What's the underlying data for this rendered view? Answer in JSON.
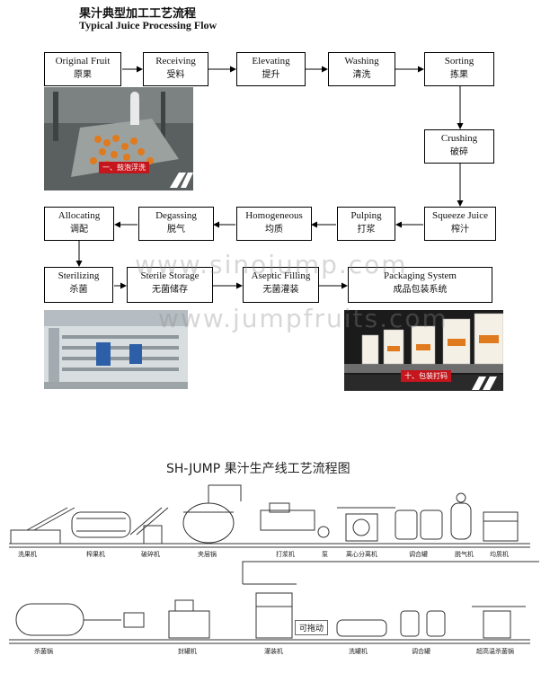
{
  "title_cn": "果汁典型加工工艺流程",
  "title_en": "Typical Juice Processing Flow",
  "steps": [
    {
      "en": "Original Fruit",
      "cn": "原果"
    },
    {
      "en": "Receiving",
      "cn": "受料"
    },
    {
      "en": "Elevating",
      "cn": "提升"
    },
    {
      "en": "Washing",
      "cn": "清洗"
    },
    {
      "en": "Sorting",
      "cn": "拣果"
    },
    {
      "en": "Crushing",
      "cn": "破碎"
    },
    {
      "en": "Squeeze Juice",
      "cn": "榨汁"
    },
    {
      "en": "Pulping",
      "cn": "打浆"
    },
    {
      "en": "Homogeneous",
      "cn": "均质"
    },
    {
      "en": "Degassing",
      "cn": "脱气"
    },
    {
      "en": "Allocating",
      "cn": "调配"
    },
    {
      "en": "Sterilizing",
      "cn": "杀菌"
    },
    {
      "en": "Sterile Storage",
      "cn": "无菌储存"
    },
    {
      "en": "Aseptic Filling",
      "cn": "无菌灌装"
    },
    {
      "en": "Packaging System",
      "cn": "成品包装系统"
    }
  ],
  "photo_captions": {
    "washing": "一、鼓泡浮洗",
    "packaging": "十、包装打码"
  },
  "watermarks": [
    "www.sinojump.com",
    "www.jumpfruits.com"
  ],
  "production_line": {
    "title": "SH-JUMP  果汁生产线工艺流程图",
    "drag_tag": "可拖动",
    "top_row": [
      "洗果机",
      "榨果机",
      "破碎机",
      "夹层锅",
      "打浆机",
      "泵",
      "离心分离机",
      "调合罐",
      "脱气机",
      "均质机"
    ],
    "bottom_row": [
      "杀菌锅",
      "封罐机",
      "灌装机",
      "洗罐机",
      "调合罐",
      "超高温杀菌锅"
    ]
  },
  "colors": {
    "caption_red": "#c4161c",
    "box_border": "#000000"
  }
}
